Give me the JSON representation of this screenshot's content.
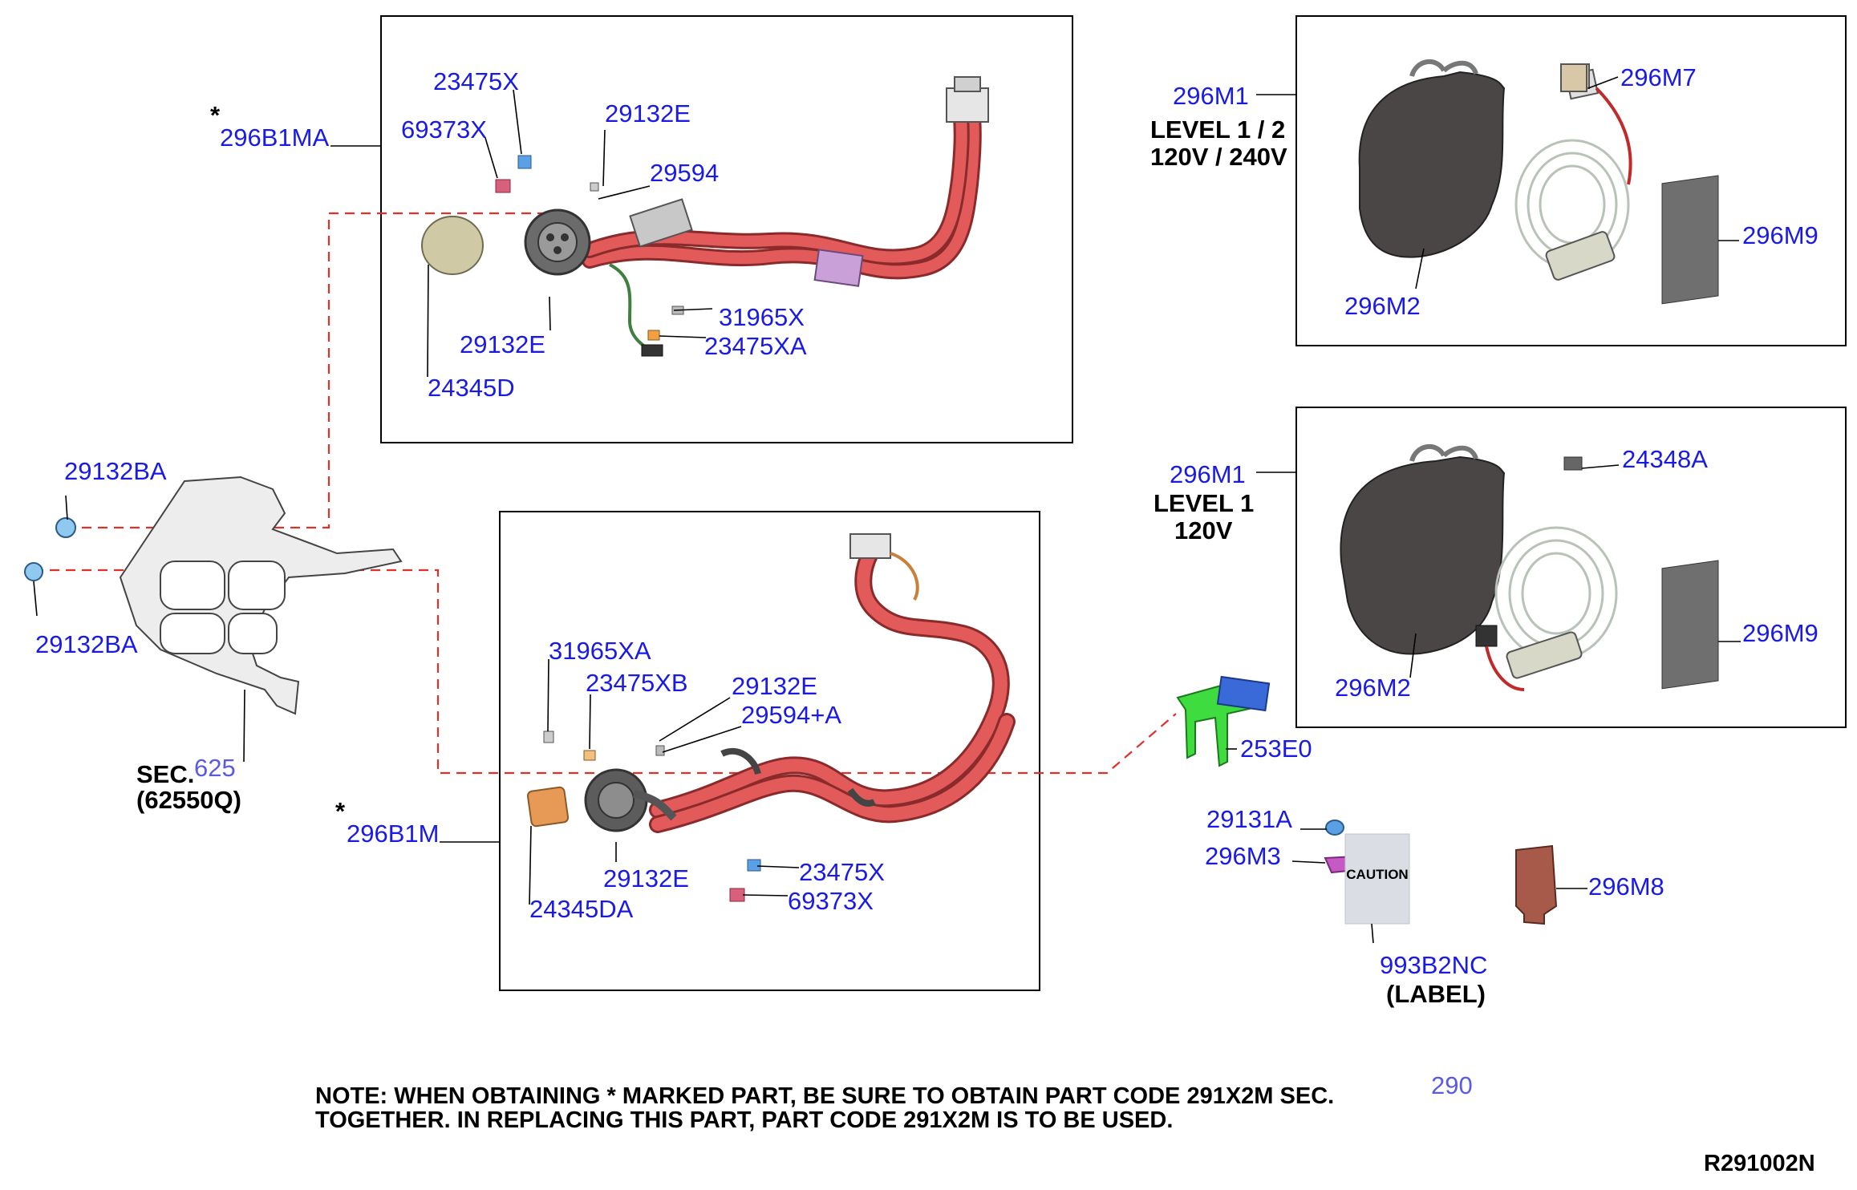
{
  "diagram_id": "R291002N",
  "note": {
    "line1": "NOTE: WHEN OBTAINING * MARKED PART, BE SURE TO OBTAIN PART CODE 291X2M SEC.",
    "line1_sec": "290",
    "line2": "TOGETHER. IN REPLACING THIS PART, PART CODE 291X2M IS TO BE USED."
  },
  "asterisk": "*",
  "upper_harness": {
    "callouts": [
      "296B1MA",
      "23475X",
      "69373X",
      "29132E",
      "29594",
      "31965X",
      "23475XA",
      "29132E",
      "24345D"
    ]
  },
  "lower_harness": {
    "callouts": [
      "296B1M",
      "31965XA",
      "23475XB",
      "29132E",
      "29594+A",
      "29132E",
      "23475X",
      "69373X",
      "24345DA"
    ]
  },
  "bracket": {
    "callouts": [
      "29132BA",
      "29132BA"
    ],
    "sec_prefix": "SEC.",
    "sec_number": "625",
    "sec_code": "(62550Q)"
  },
  "charger_level12": {
    "callouts": [
      "296M1",
      "296M7",
      "296M9",
      "296M2"
    ],
    "level_text": "LEVEL 1 / 2",
    "voltage_text": "120V / 240V"
  },
  "charger_level1": {
    "callouts": [
      "296M1",
      "24348A",
      "296M9",
      "296M2"
    ],
    "level_text": "LEVEL 1",
    "voltage_text": "120V"
  },
  "loose_parts": {
    "callouts": [
      "253E0",
      "29131A",
      "296M3",
      "296M8",
      "993B2NC"
    ],
    "label_suffix": "(LABEL)",
    "caution_text": "CAUTION"
  }
}
